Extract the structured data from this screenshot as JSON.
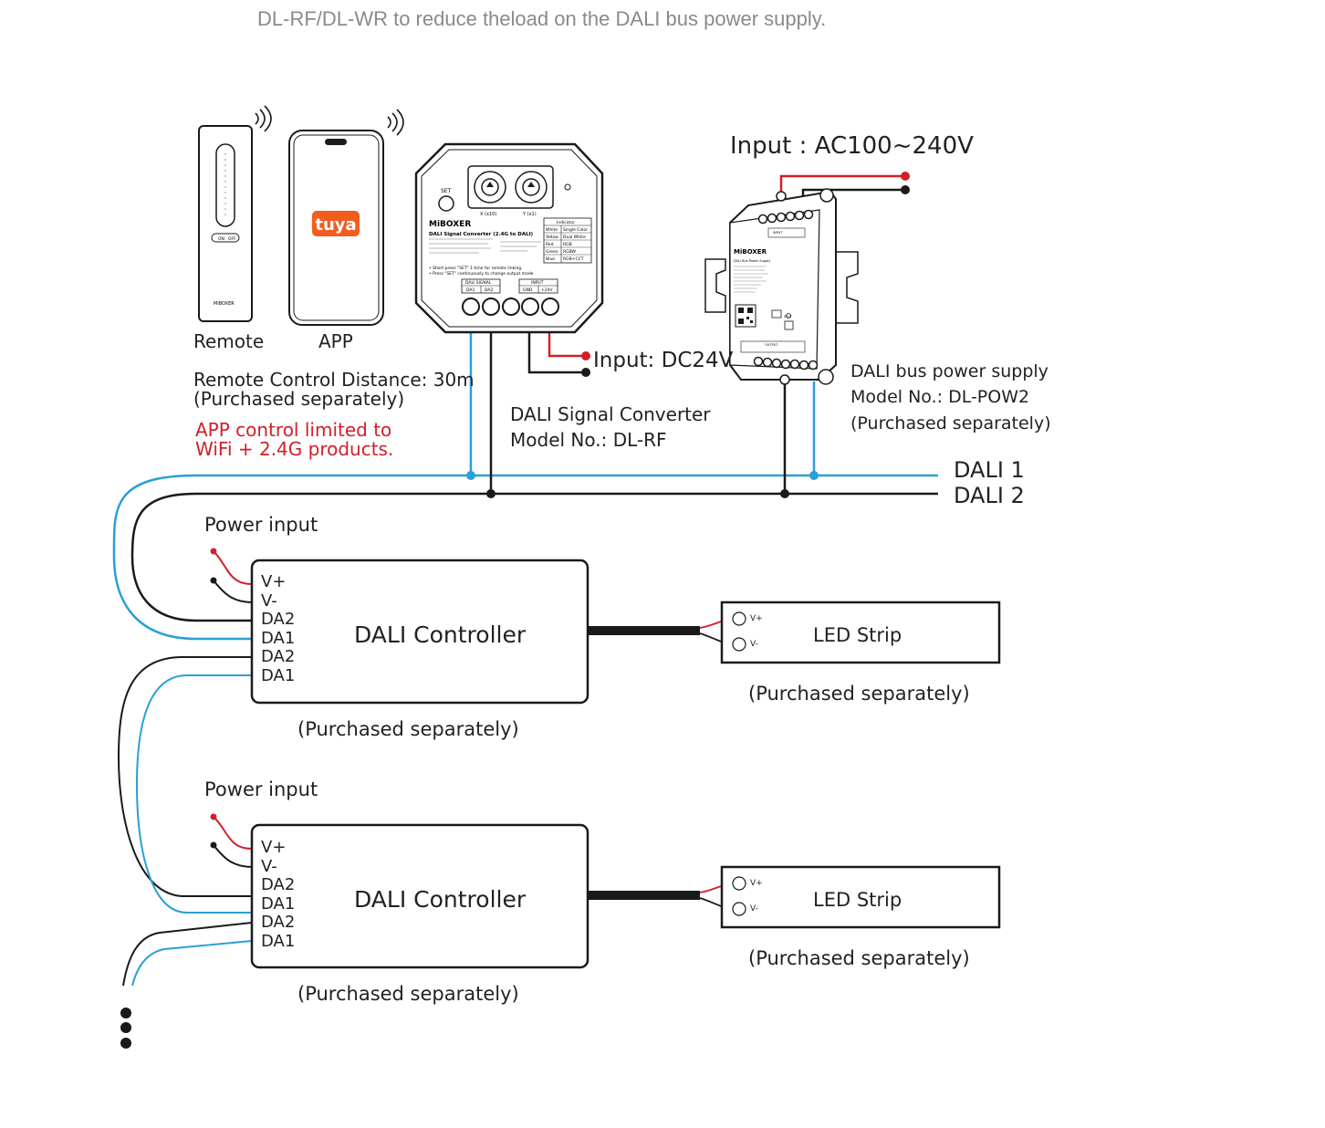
{
  "caption": "DL-RF/DL-WR to reduce theload on the DALI bus power supply.",
  "remote": {
    "label": "Remote",
    "brand": "MiBOXER",
    "btn_on": "ON",
    "btn_off": "OFF"
  },
  "app": {
    "label": "APP",
    "logo": "tuya"
  },
  "remote_distance": "Remote Control Distance: 30m",
  "remote_purchase": "(Purchased separately)",
  "app_note_1": "APP control limited to",
  "app_note_2": "WiFi + 2.4G products.",
  "converter": {
    "brand": "MiBOXER",
    "set_label": "SET",
    "dial_x": "X (x10)",
    "dial_y": "Y (x1)",
    "product_line": "DALI Signal Converter (2.4G to DALI)",
    "indicator_header": "Indicator",
    "indicators": [
      [
        "White",
        "Single Color"
      ],
      [
        "Yellow",
        "Dual White"
      ],
      [
        "Red",
        "RGB"
      ],
      [
        "Green",
        "RGBW"
      ],
      [
        "Blue",
        "RGB+CCT"
      ]
    ],
    "note_1": "• Short press \"SET\" 1 time for remote linking.",
    "note_2": "• Press \"SET\" continuously to change output mode",
    "term_signal": "DALI SIGNAL",
    "term_input": "INPUT",
    "term_da1": "DA1",
    "term_da2": "DA2",
    "term_gnd": "GND",
    "term_24v": "+24V",
    "title": "DALI Signal Converter",
    "model": "Model No.: DL-RF"
  },
  "converter_input": "Input: DC24V",
  "ac_input": "Input : AC100~240V",
  "psu": {
    "brand": "MiBOXER",
    "product_line": "DALI Bus Power Supply",
    "input_label": "INPUT",
    "output_label": "OUTPUT",
    "selv": "SELV",
    "title": "DALI bus power supply",
    "model": "Model No.: DL-POW2",
    "purchase": "(Purchased separately)"
  },
  "bus": {
    "dali1": "DALI 1",
    "dali2": "DALI 2"
  },
  "controllers": [
    {
      "power_input": "Power input",
      "terminals": [
        "V+",
        "V-",
        "DA2",
        "DA1",
        "DA2",
        "DA1"
      ],
      "title": "DALI Controller",
      "purchase": "(Purchased separately)",
      "strip": {
        "title": "LED Strip",
        "vplus": "V+",
        "vminus": "V-",
        "purchase": "(Purchased separately)"
      }
    },
    {
      "power_input": "Power input",
      "terminals": [
        "V+",
        "V-",
        "DA2",
        "DA1",
        "DA2",
        "DA1"
      ],
      "title": "DALI Controller",
      "purchase": "(Purchased separately)",
      "strip": {
        "title": "LED Strip",
        "vplus": "V+",
        "vminus": "V-",
        "purchase": "(Purchased separately)"
      }
    }
  ],
  "colors": {
    "blue_wire": "#2a9fd8",
    "red_wire": "#d0202a",
    "black_wire": "#1a1a1a",
    "caption_grey": "#8a8a8a"
  }
}
